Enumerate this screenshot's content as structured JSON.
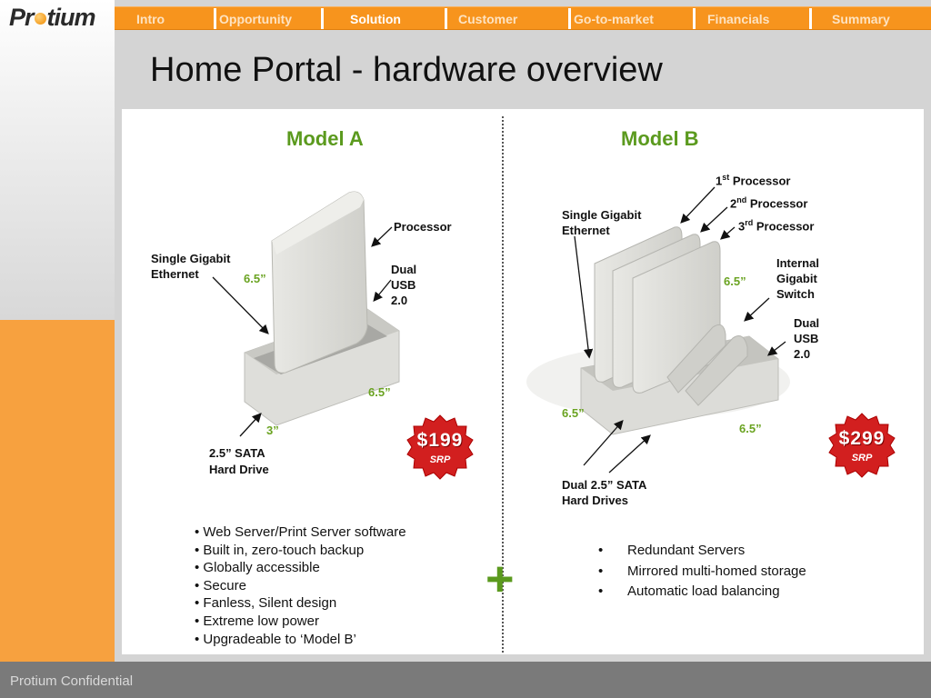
{
  "logo": {
    "pre": "Pr",
    "post": "tium"
  },
  "nav": {
    "items": [
      "Intro",
      "Opportunity",
      "Solution",
      "Customer",
      "Go-to-market",
      "Financials",
      "Summary"
    ],
    "active": "Solution"
  },
  "title": "Home Portal - hardware overview",
  "model_a": {
    "title": "Model A",
    "labels": {
      "processor": "Processor",
      "gigabit_1": "Single Gigabit",
      "gigabit_2": "Ethernet",
      "usb_1": "Dual",
      "usb_2": "USB",
      "usb_3": "2.0",
      "hdd_1": "2.5” SATA",
      "hdd_2": "Hard Drive"
    },
    "dims": {
      "height": "6.5”",
      "depth": "6.5”",
      "width": "3”"
    },
    "price": "$199",
    "price_note": "SRP",
    "features": [
      "• Web Server/Print Server software",
      "• Built in, zero-touch backup",
      "• Globally accessible",
      "• Secure",
      "• Fanless, Silent design",
      "• Extreme low power",
      "• Upgradeable to ‘Model B’"
    ]
  },
  "model_b": {
    "title": "Model B",
    "labels": {
      "proc1_num": "1",
      "proc1_sup": "st",
      "proc1_txt": " Processor",
      "proc2_num": "2",
      "proc2_sup": "nd",
      "proc2_txt": " Processor",
      "proc3_num": "3",
      "proc3_sup": "rd",
      "proc3_txt": " Processor",
      "gigabit_1": "Single Gigabit",
      "gigabit_2": "Ethernet",
      "switch_1": "Internal",
      "switch_2": "Gigabit",
      "switch_3": "Switch",
      "usb_1": "Dual",
      "usb_2": "USB",
      "usb_3": "2.0",
      "hdd_1": "Dual 2.5” SATA",
      "hdd_2": "Hard Drives"
    },
    "dims": {
      "height": "6.5”",
      "left": "6.5”",
      "right": "6.5”"
    },
    "price": "$299",
    "price_note": "SRP",
    "features": [
      "Redundant Servers",
      "Mirrored multi-homed storage",
      "Automatic load balancing"
    ]
  },
  "plus_sign": "+",
  "footer": "Protium Confidential",
  "colors": {
    "nav": "#f7941d",
    "green": "#5b9a1e",
    "burst": "#d21f1f",
    "sidebar_orange": "#f7a13f"
  }
}
